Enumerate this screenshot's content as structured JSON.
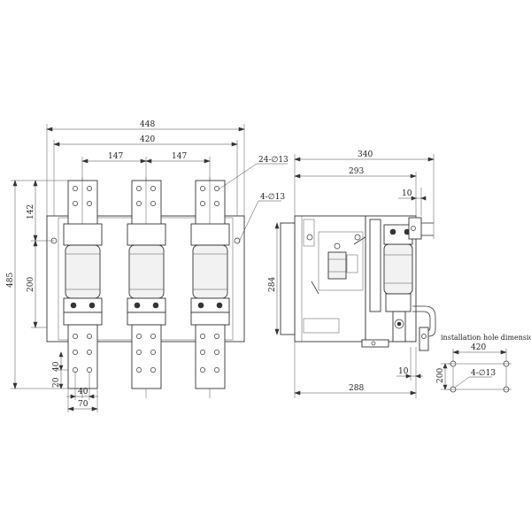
{
  "front_view": {
    "dim_448": "448",
    "dim_420": "420",
    "dim_147_left": "147",
    "dim_147_right": "147",
    "dim_485": "485",
    "dim_142": "142",
    "dim_200": "200",
    "dim_40_v": "40",
    "dim_20": "20",
    "dim_40_h": "40",
    "dim_70": "70",
    "hole_callout_top": "24-∅13",
    "hole_callout_side": "4-∅13"
  },
  "side_view": {
    "dim_340": "340",
    "dim_293": "293",
    "dim_10_top": "10",
    "dim_284": "284",
    "dim_10_bottom": "10",
    "dim_288": "288"
  },
  "installation": {
    "title": "installation hole dimension",
    "dim_420": "420",
    "dim_200": "200",
    "hole_callout": "4-∅13"
  }
}
